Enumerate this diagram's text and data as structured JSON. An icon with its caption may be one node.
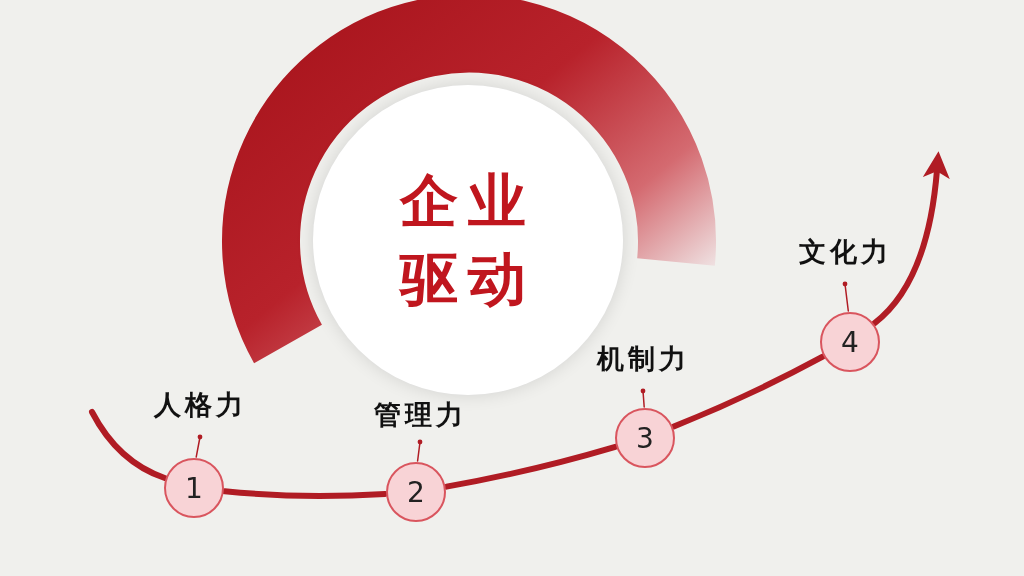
{
  "diagram": {
    "nodes": [
      {
        "text": [
          "企业驱动"
        ]
      },
      {
        "text": [
          "人格力"
        ]
      },
      {
        "text": [
          "1"
        ]
      },
      {
        "text": [
          "管理力"
        ]
      },
      {
        "text": [
          "2"
        ]
      },
      {
        "text": [
          "机制力"
        ]
      },
      {
        "text": [
          "3"
        ]
      },
      {
        "text": [
          "文化力"
        ]
      },
      {
        "text": [
          "4"
        ]
      }
    ],
    "edges": [
      {
        "from": 1,
        "to": 2,
        "arrow": "other"
      },
      {
        "from": 3,
        "to": 4,
        "arrow": "other"
      },
      {
        "from": 5,
        "to": 6,
        "arrow": "other"
      },
      {
        "from": 7,
        "to": 8,
        "arrow": "other"
      },
      {
        "from": null,
        "to": 2,
        "arrow": "none"
      },
      {
        "from": 2,
        "to": 4,
        "arrow": "none"
      },
      {
        "from": 4,
        "to": 6,
        "arrow": "none"
      },
      {
        "from": 6,
        "to": 8,
        "arrow": "none"
      },
      {
        "from": 8,
        "to": null,
        "arrow": "to"
      }
    ]
  }
}
